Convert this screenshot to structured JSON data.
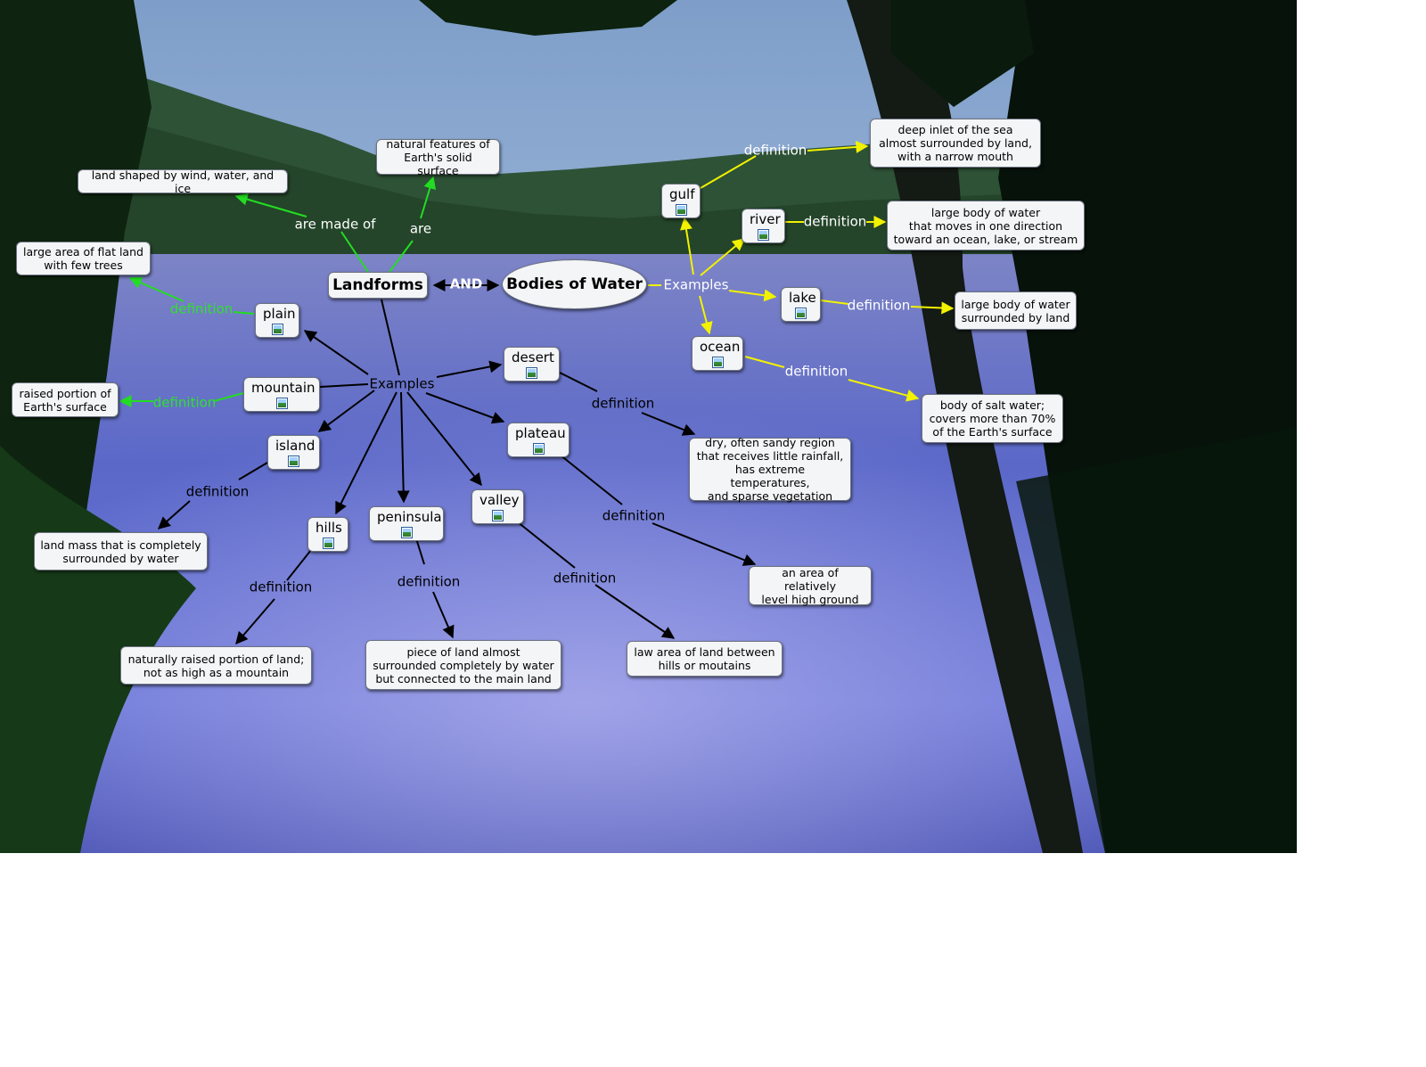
{
  "main_concepts": {
    "landforms": "Landforms",
    "and": "AND",
    "bodies_of_water": "Bodies of Water"
  },
  "landforms": {
    "are_made_of_label": "are made of",
    "are_label": "are",
    "made_of_def": "land shaped by wind, water, and ice",
    "are_def": "natural features of\nEarth's solid surface",
    "examples_label": "Examples",
    "items": {
      "plain": "plain",
      "mountain": "mountain",
      "island": "island",
      "hills": "hills",
      "peninsula": "peninsula",
      "valley": "valley",
      "plateau": "plateau",
      "desert": "desert"
    },
    "definitions": {
      "plain": "large area of flat land\nwith few trees",
      "mountain": "raised portion of\nEarth's surface",
      "island": "land mass that is completely\nsurrounded by water",
      "hills": "naturally raised portion of land;\nnot as high as a mountain",
      "peninsula": "piece of land almost\nsurrounded completely by water\nbut connected to the main land",
      "valley": "law area of land between\nhills or moutains",
      "plateau": "an area of relatively\nlevel high ground",
      "desert": "dry, often sandy region\nthat receives little rainfall,\nhas extreme temperatures,\nand sparse vegetation"
    }
  },
  "water": {
    "examples_label": "Examples",
    "items": {
      "gulf": "gulf",
      "river": "river",
      "lake": "lake",
      "ocean": "ocean"
    },
    "definitions": {
      "gulf": "deep inlet of the sea\nalmost surrounded by land,\nwith a narrow mouth",
      "river": "large body of water\nthat moves in one direction\ntoward an ocean, lake, or stream",
      "lake": "large body of water\nsurrounded by land",
      "ocean": "body of salt water;\ncovers more than 70%\nof the Earth's surface"
    }
  },
  "link_label": "definition",
  "colors": {
    "landform_links": "#000000",
    "landform_top_links": "#22dd22",
    "water_links": "#f2f200",
    "sky": "#a9c6e6",
    "water": "#5d6ccf",
    "forest": "#14301a"
  }
}
